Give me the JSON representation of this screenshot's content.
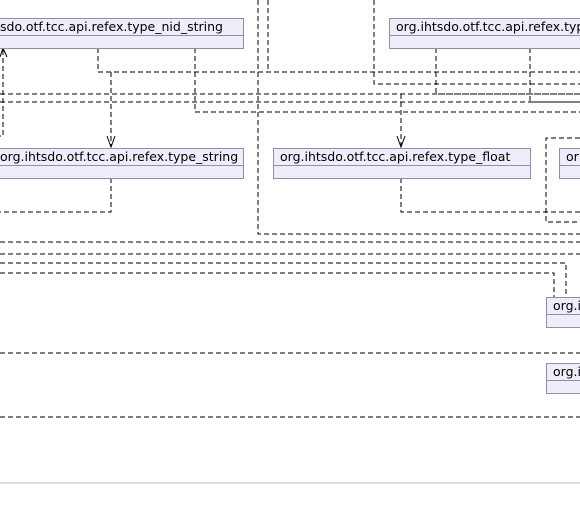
{
  "diagram": {
    "nodes": {
      "type_nid_string": "sdo.otf.tcc.api.refex.type_nid_string",
      "type_top_right": "org.ihtsdo.otf.tcc.api.refex.type",
      "type_string": "org.ihtsdo.otf.tcc.api.refex.type_string",
      "type_float": "org.ihtsdo.otf.tcc.api.refex.type_float",
      "type_partial_or": "or",
      "type_partial_org_1": "org.i",
      "type_partial_org_2": "org.i"
    }
  }
}
